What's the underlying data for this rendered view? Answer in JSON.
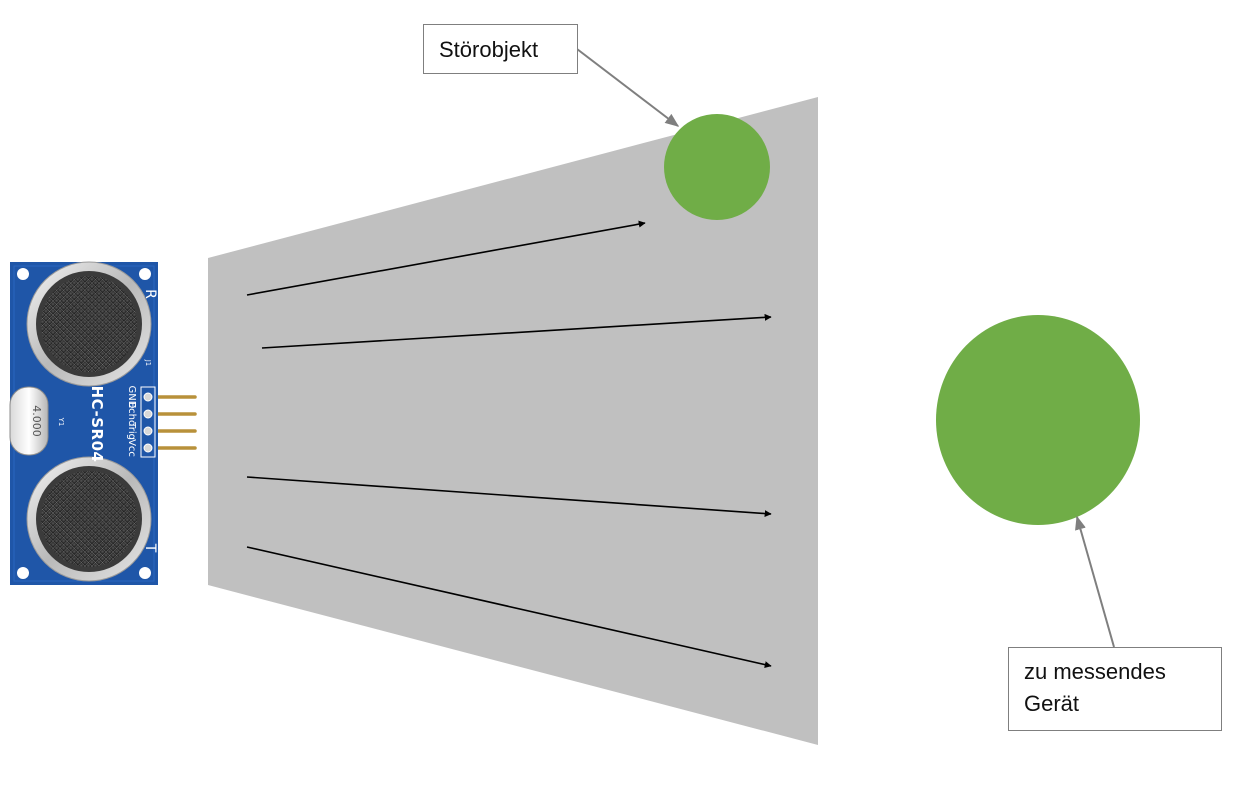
{
  "labels": {
    "interfering_object": "Störobjekt",
    "target_line1": "zu messendes",
    "target_line2": "Gerät"
  },
  "sensor": {
    "model_text": "HC-SR04",
    "receiver_mark": "R",
    "transmitter_mark": "T",
    "crystal_text": "4.000",
    "crystal_ref": "Y1",
    "connector_ref": "J1",
    "pins": [
      "GND",
      "Echo",
      "Trig",
      "Vcc"
    ]
  },
  "colors": {
    "beam": "#c0c0c0",
    "object": "#70ad47",
    "pcb": "#1f56a8",
    "arrow": "#000000",
    "callout": "#7f7f7f"
  },
  "icons": {
    "sensor": "ultrasonic-sensor-icon",
    "objects": "circle-shape"
  }
}
